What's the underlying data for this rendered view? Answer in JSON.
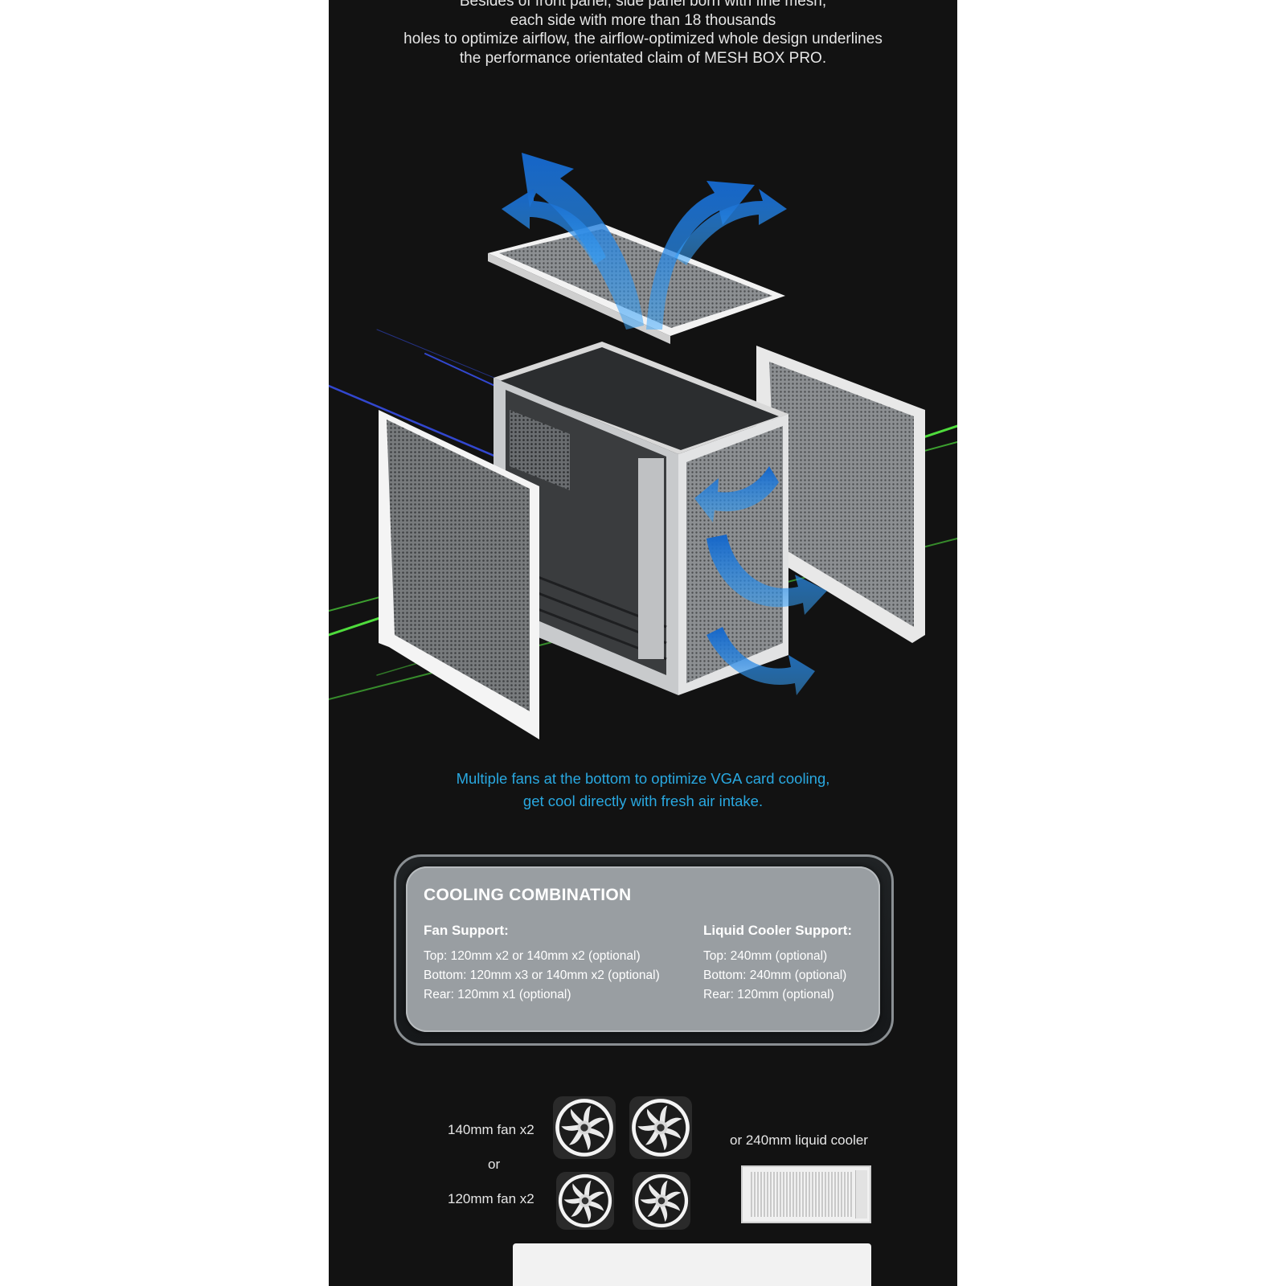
{
  "intro": {
    "lines": [
      "Besides of front panel, side panel born with fine mesh,",
      "each side with more than 18 thousands",
      "holes to optimize airflow, the airflow-optimized whole design underlines",
      "the performance orientated claim of MESH BOX PRO."
    ]
  },
  "caption": {
    "line1": "Multiple fans at the bottom to optimize VGA card cooling,",
    "line2": "get cool directly with fresh air intake."
  },
  "cooling": {
    "title": "COOLING COMBINATION",
    "fan_support": {
      "heading": "Fan Support:",
      "items": [
        "Top: 120mm x2 or 140mm x2 (optional)",
        "Bottom: 120mm x3 or 140mm x2 (optional)",
        "Rear: 120mm x1 (optional)"
      ]
    },
    "liquid_support": {
      "heading": "Liquid Cooler Support:",
      "items": [
        "Top: 240mm (optional)",
        "Bottom: 240mm (optional)",
        "Rear: 120mm (optional)"
      ]
    }
  },
  "fans": {
    "label_140": "140mm fan x2",
    "label_or": "or",
    "label_120": "120mm fan x2",
    "cooler_label": "or 240mm liquid cooler"
  },
  "colors": {
    "background": "#121212",
    "caption_blue": "#29a8e0",
    "panel_gray": "#999ea2",
    "airflow_blue": "#1e7fe0",
    "accent_green": "#5be34a"
  }
}
